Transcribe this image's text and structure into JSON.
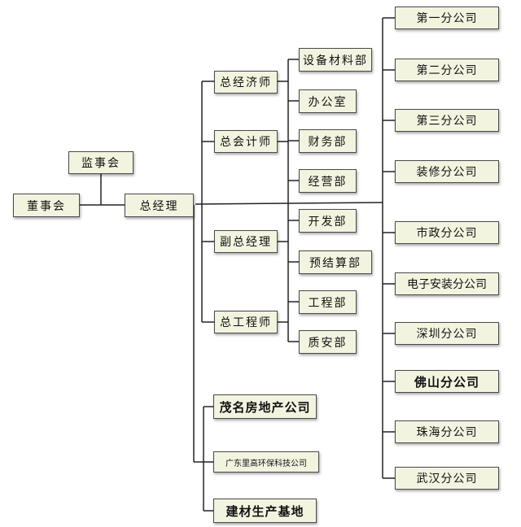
{
  "org": {
    "supervisory_board": "监事会",
    "board_of_directors": "董事会",
    "general_manager": "总经理",
    "chief_economist": "总经济师",
    "chief_accountant": "总会计师",
    "deputy_general_manager": "副总经理",
    "chief_engineer": "总工程师",
    "departments": [
      "设备材料部",
      "办公室",
      "财务部",
      "经营部",
      "开发部",
      "预结算部",
      "工程部",
      "质安部"
    ],
    "affiliates": [
      "茂名房地产公司",
      "广东里高环保科技公司",
      "建材生产基地"
    ],
    "branches": [
      "第一分公司",
      "第二分公司",
      "第三分公司",
      "装修分公司",
      "市政分公司",
      "电子安装分公司",
      "深圳分公司",
      "佛山分公司",
      "珠海分公司",
      "武汉分公司"
    ]
  },
  "colors": {
    "box_fill": "#f3f4e0",
    "box_border": "#4a4a4a",
    "line": "#222222"
  }
}
